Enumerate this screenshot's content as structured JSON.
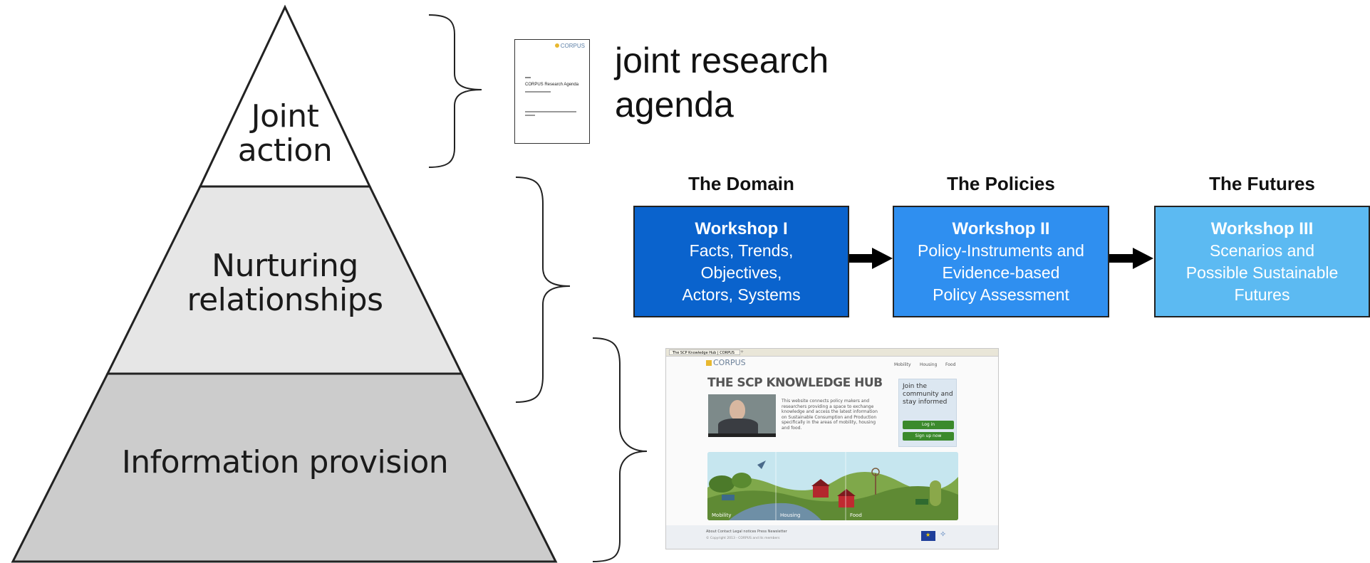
{
  "pyramid": {
    "tiers": [
      {
        "label_lines": [
          "Joint",
          "action"
        ],
        "fill": "#ffffff"
      },
      {
        "label_lines": [
          "Nurturing",
          "relationships"
        ],
        "fill": "#e6e6e6"
      },
      {
        "label": "Information provision",
        "fill": "#cccccc"
      }
    ]
  },
  "document_thumbnail": {
    "logo": "CORPUS",
    "title": "CORPUS Research Agenda"
  },
  "research_agenda": {
    "line1": "joint research",
    "line2": "agenda"
  },
  "phases": [
    {
      "title": "The Domain",
      "workshop": "Workshop I",
      "lines": [
        "Facts, Trends,",
        "Objectives,",
        "Actors, Systems"
      ],
      "color": "#0a63cd"
    },
    {
      "title": "The Policies",
      "workshop": "Workshop II",
      "lines": [
        "Policy-Instruments and",
        "Evidence-based",
        "Policy Assessment"
      ],
      "color": "#2f8ff0"
    },
    {
      "title": "The Futures",
      "workshop": "Workshop III",
      "lines": [
        "Scenarios and",
        "Possible Sustainable",
        "Futures"
      ],
      "color": "#5cbaf2"
    }
  ],
  "website": {
    "tab_title": "The SCP Knowledge Hub | CORPUS",
    "brand": "CORPUS",
    "nav": [
      "Mobility",
      "Housing",
      "Food"
    ],
    "hub_title": "THE SCP KNOWLEDGE HUB",
    "description": "This website connects policy makers and researchers providing a space to exchange knowledge and access the latest information on Sustainable Consumption and Production specifically in the areas of mobility, housing and food.",
    "join_text": "Join the community and stay informed",
    "login_label": "Log in",
    "signup_label": "Sign up now",
    "captions": [
      "Mobility",
      "Housing",
      "Food"
    ],
    "footer_links": "About   Contact   Legal notices   Press   Newsletter",
    "copyright": "© Copyright 2013 - CORPUS and its members"
  }
}
